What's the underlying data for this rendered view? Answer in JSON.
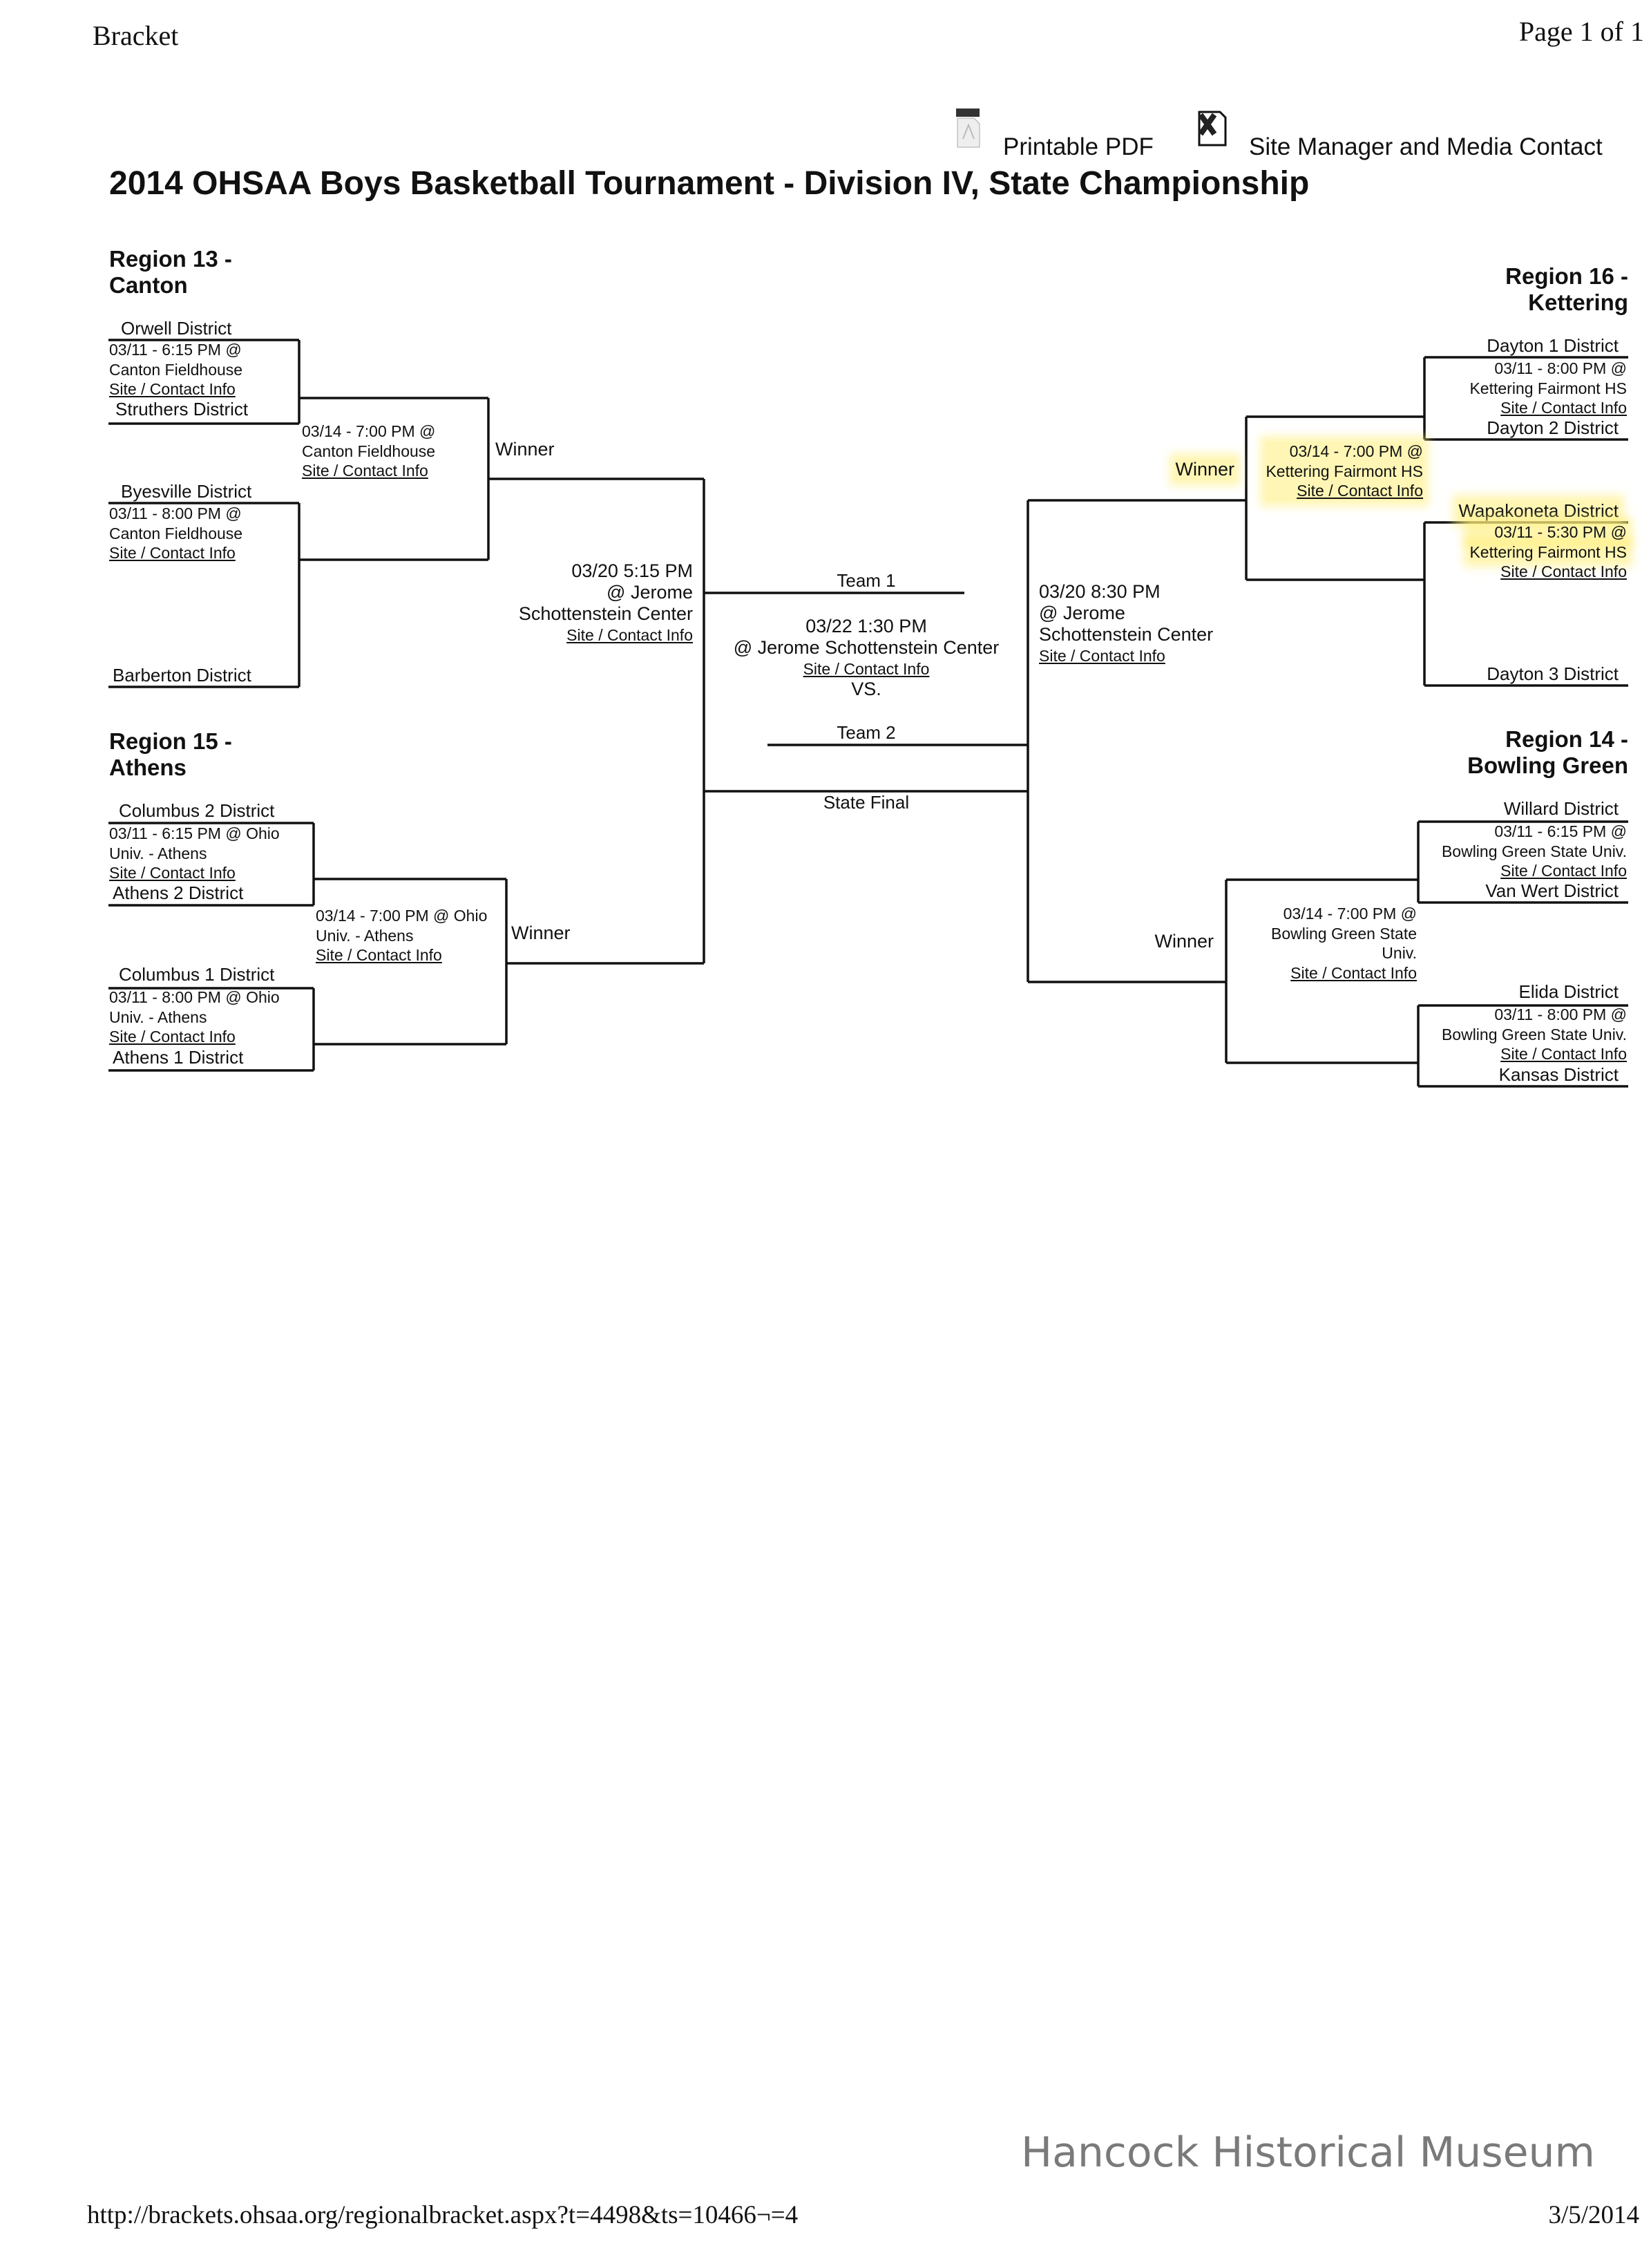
{
  "header": {
    "left": "Bracket",
    "right": "Page 1 of 1"
  },
  "toolbar": {
    "pdf_label": "Printable PDF",
    "contact_label": "Site Manager and Media Contact"
  },
  "title": "2014 OHSAA Boys Basketball Tournament - Division IV, State Championship",
  "link_text": "Site / Contact Info",
  "winner_label": "Winner",
  "regions": {
    "r13": {
      "line1": "Region 13 -",
      "line2": "Canton",
      "g1": {
        "top": "Orwell District",
        "time": "03/11 - 6:15 PM @",
        "site": "Canton Fieldhouse",
        "bottom": "Struthers District"
      },
      "g2": {
        "top": "Byesville District",
        "time": "03/11 - 8:00 PM @",
        "site": "Canton Fieldhouse",
        "bottom": "Barberton District"
      },
      "final": {
        "time": "03/14 - 7:00 PM @",
        "site": "Canton Fieldhouse"
      }
    },
    "r15": {
      "line1": "Region 15 -",
      "line2": "Athens",
      "g1": {
        "top": "Columbus 2 District",
        "time": "03/11 - 6:15 PM @ Ohio",
        "site": "Univ. - Athens",
        "bottom": "Athens 2 District"
      },
      "g2": {
        "top": "Columbus 1 District",
        "time": "03/11 - 8:00 PM @ Ohio",
        "site": "Univ. - Athens",
        "bottom": "Athens 1 District"
      },
      "final": {
        "time": "03/14 - 7:00 PM @ Ohio",
        "site": "Univ. - Athens"
      }
    },
    "r16": {
      "line1": "Region 16 -",
      "line2": "Kettering",
      "g1": {
        "top": "Dayton 1 District",
        "time": "03/11 - 8:00 PM @",
        "site": "Kettering Fairmont HS",
        "bottom": "Dayton 2 District"
      },
      "g2": {
        "top": "Wapakoneta District",
        "time": "03/11 - 5:30 PM @",
        "site": "Kettering Fairmont HS",
        "bottom": "Dayton 3 District"
      },
      "final": {
        "time": "03/14 - 7:00 PM @",
        "site": "Kettering Fairmont HS"
      }
    },
    "r14": {
      "line1": "Region 14 -",
      "line2": "Bowling Green",
      "g1": {
        "top": "Willard District",
        "time": "03/11 - 6:15 PM @",
        "site": "Bowling Green State Univ.",
        "bottom": "Van Wert District"
      },
      "g2": {
        "top": "Elida District",
        "time": "03/11 - 8:00 PM @",
        "site": "Bowling Green State Univ.",
        "bottom": "Kansas District"
      },
      "final": {
        "time": "03/14 - 7:00 PM @",
        "site": "Bowling Green State",
        "site2": "Univ."
      }
    }
  },
  "semis": {
    "left": {
      "l1": "03/20 5:15 PM",
      "l2": "@ Jerome",
      "l3": "Schottenstein Center"
    },
    "right": {
      "l1": "03/20 8:30 PM",
      "l2": "@ Jerome",
      "l3": "Schottenstein Center"
    }
  },
  "final": {
    "team1": "Team 1",
    "time": "03/22 1:30 PM",
    "site": "@ Jerome Schottenstein Center",
    "vs": "VS.",
    "team2": "Team 2",
    "label": "State Final"
  },
  "watermark": "Hancock Historical Museum",
  "footer": {
    "url": "http://brackets.ohsaa.org/regionalbracket.aspx?t=4498&ts=10466¬=4",
    "date": "3/5/2014"
  }
}
